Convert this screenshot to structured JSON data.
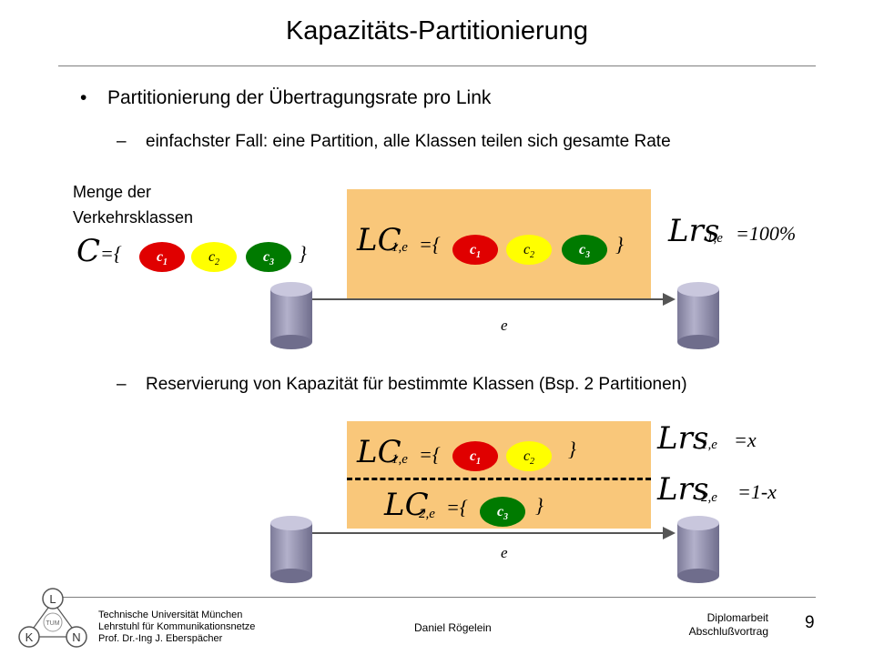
{
  "title": "Kapazitäts-Partitionierung",
  "bullet_symbol": "•",
  "bullet1": "Partitionierung der Übertragungsrate pro Link",
  "dash_symbol": "–",
  "sub1": "einfachster Fall: eine Partition, alle Klassen teilen sich gesamte Rate",
  "sub2": "Reservierung von Kapazität für bestimmte Klassen (Bsp. 2 Partitionen)",
  "menge_label": [
    "Menge der",
    "Verkehrsklassen"
  ],
  "set_symbol": "C",
  "set_open": "={",
  "set_close": "}",
  "classes": [
    {
      "base": "c",
      "sub": "1",
      "color": "#e00000"
    },
    {
      "base": "c",
      "sub": "2",
      "color": "#ffff00"
    },
    {
      "base": "c",
      "sub": "3",
      "color": "#007a00"
    }
  ],
  "diagram1": {
    "lc_symbol": "LC",
    "lc_sub": "1,e",
    "open": "={",
    "close": "}",
    "lrs_symbol": "Lrs",
    "lrs_sub": "1,e",
    "lrs_value": "=100%",
    "edge_label": "e"
  },
  "diagram2": {
    "lc1_symbol": "LC",
    "lc1_sub": "1,e",
    "lc2_symbol": "LC",
    "lc2_sub": "2,e",
    "open": "={",
    "close": "}",
    "lrs1_symbol": "Lrs",
    "lrs1_sub": "1,e",
    "lrs1_value": "=x",
    "lrs2_symbol": "Lrs",
    "lrs2_sub": "2,e",
    "lrs2_value": "=1-x",
    "edge_label": "e"
  },
  "colors": {
    "partition_fill": "#f9c77a",
    "node_fill": "#9e9cb8"
  },
  "footer": {
    "institution": [
      "Technische Universität München",
      "Lehrstuhl für Kommunikationsnetze",
      "Prof. Dr.-Ing J. Eberspächer"
    ],
    "author": "Daniel Rögelein",
    "event": [
      "Diplomarbeit",
      "Abschlußvortrag"
    ],
    "page_number": "9",
    "logo_letters": [
      "L",
      "K",
      "N",
      "TUM"
    ]
  }
}
